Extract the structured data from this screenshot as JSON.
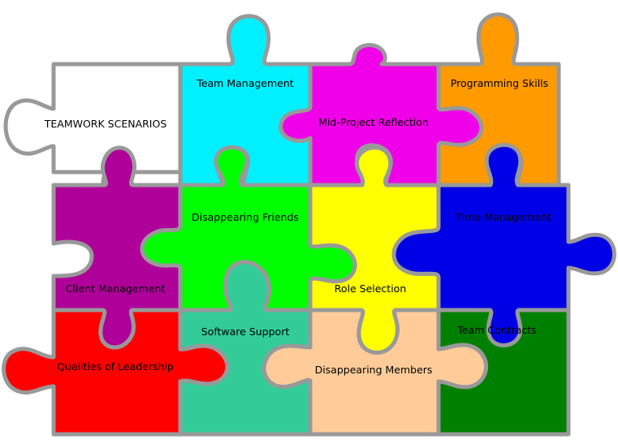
{
  "pieces": [
    {
      "id": "teamwork-scenarios",
      "label": "TEAMWORK SCENARIOS",
      "color": "#ffffff"
    },
    {
      "id": "team-management",
      "label": "Team Management",
      "color": "#00f0ff"
    },
    {
      "id": "mid-project-reflection",
      "label": "Mid-Project Reflection",
      "color": "#f000e8"
    },
    {
      "id": "programming-skills",
      "label": "Programming Skills",
      "color": "#ff9a00"
    },
    {
      "id": "client-management",
      "label": "Client Management",
      "color": "#b0009a"
    },
    {
      "id": "disappearing-friends",
      "label": "Disappearing Friends",
      "color": "#00ff00"
    },
    {
      "id": "role-selection",
      "label": "Role Selection",
      "color": "#ffff00"
    },
    {
      "id": "time-management",
      "label": "Time Management",
      "color": "#0000e6"
    },
    {
      "id": "qualities-of-leadership",
      "label": "Qualities of Leadership",
      "color": "#ff0000"
    },
    {
      "id": "software-support",
      "label": "Software Support",
      "color": "#33cc99"
    },
    {
      "id": "disappearing-members",
      "label": "Disappearing Members",
      "color": "#ffcc99"
    },
    {
      "id": "team-contracts",
      "label": "Team Contracts",
      "color": "#008000"
    }
  ]
}
